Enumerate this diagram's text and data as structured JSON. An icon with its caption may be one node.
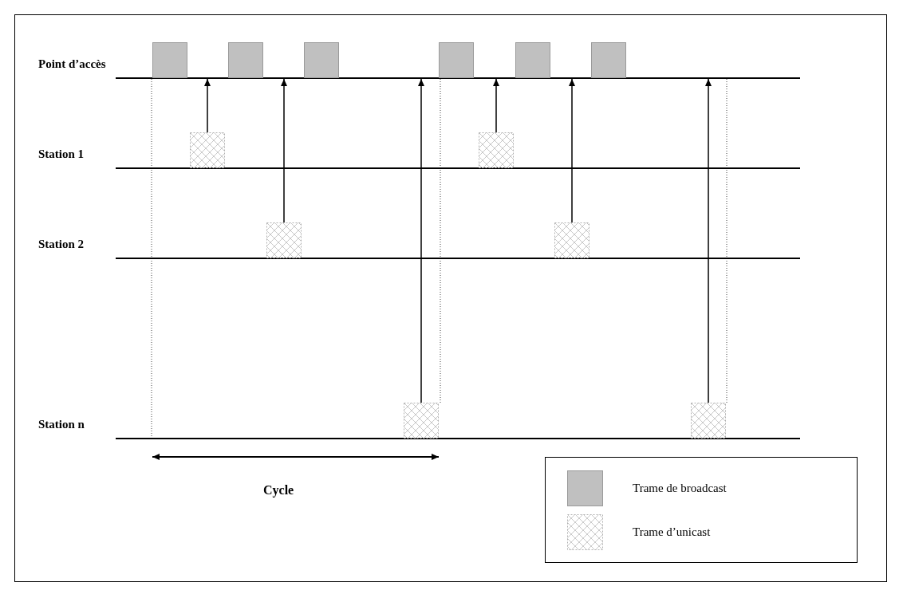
{
  "diagram": {
    "nodes": [
      {
        "text": [],
        "shape": "bar",
        "beside": [
          "Point d’accès"
        ]
      },
      {
        "text": [],
        "shape": "box"
      },
      {
        "text": [],
        "shape": "box"
      },
      {
        "text": [],
        "shape": "box"
      },
      {
        "text": [],
        "shape": "box"
      },
      {
        "text": [],
        "shape": "box"
      },
      {
        "text": [],
        "shape": "box"
      },
      {
        "text": [],
        "shape": "bar",
        "beside": [
          "Station 1"
        ]
      },
      {
        "text": [],
        "shape": "box"
      },
      {
        "text": [],
        "shape": "box"
      },
      {
        "text": [],
        "shape": "bar",
        "beside": [
          "Station 2"
        ]
      },
      {
        "text": [],
        "shape": "box"
      },
      {
        "text": [],
        "shape": "box"
      },
      {
        "text": [],
        "shape": "bar",
        "beside": [
          "Station n"
        ]
      },
      {
        "text": [],
        "shape": "box"
      },
      {
        "text": [],
        "shape": "box"
      }
    ],
    "edges": [
      {
        "from": 8,
        "to": 0,
        "arrow": "to"
      },
      {
        "from": 11,
        "to": 0,
        "arrow": "to"
      },
      {
        "from": 14,
        "to": 0,
        "arrow": "to"
      },
      {
        "from": 9,
        "to": 0,
        "arrow": "to"
      },
      {
        "from": 12,
        "to": 0,
        "arrow": "to"
      },
      {
        "from": 15,
        "to": 0,
        "arrow": "to"
      }
    ],
    "labels": [
      "Cycle"
    ],
    "legend": [
      {
        "text": "Trame de broadcast",
        "color": "#c0c0c0"
      },
      {
        "text": "Trame d’unicast"
      }
    ]
  }
}
